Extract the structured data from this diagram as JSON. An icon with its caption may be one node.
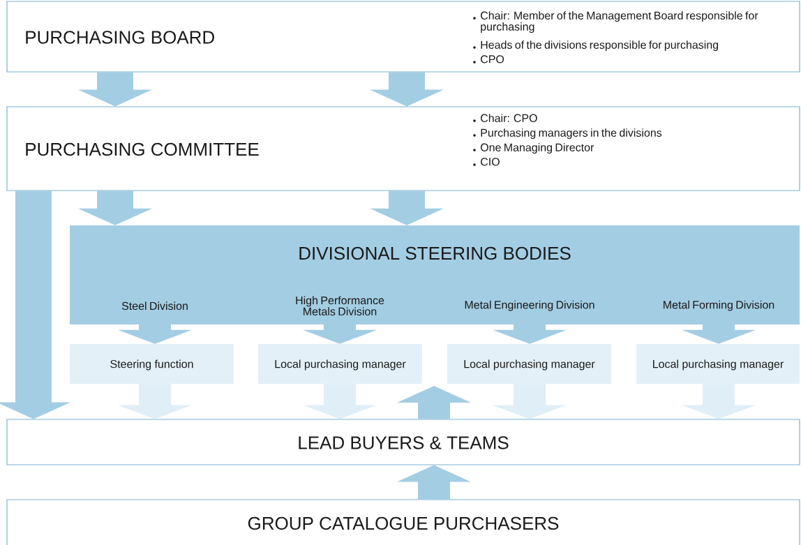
{
  "diagram": {
    "nodes": [
      {
        "text": [
          "PURCHASING BOARD",
          "Chair: Member of the Management Board responsible for purchasing",
          "Heads of the divisions responsible for purchasing",
          "CPO"
        ]
      },
      {
        "text": [
          "PURCHASING COMMITTEE",
          "Chair: CPO",
          "Purchasing managers in the divisions",
          "One Managing Director",
          "CIO"
        ]
      },
      {
        "text": [
          "DIVISIONAL STEERING BODIES"
        ]
      },
      {
        "text": [
          "Steel Division"
        ],
        "in": 2
      },
      {
        "text": [
          "High Performance Metals Division"
        ],
        "in": 2
      },
      {
        "text": [
          "Metal Engineering Division"
        ],
        "in": 2
      },
      {
        "text": [
          "Metal Forming Division"
        ],
        "in": 2
      },
      {
        "text": [
          "Steering function"
        ]
      },
      {
        "text": [
          "Local purchasing manager"
        ]
      },
      {
        "text": [
          "Local purchasing manager"
        ]
      },
      {
        "text": [
          "Local purchasing manager"
        ]
      },
      {
        "text": [
          "LEAD BUYERS & TEAMS"
        ]
      },
      {
        "text": [
          "GROUP CATALOGUE PURCHASERS"
        ]
      }
    ],
    "edges": [
      {
        "from": 0,
        "to": 1,
        "arrow": "to"
      },
      {
        "from": 0,
        "to": 1,
        "arrow": "to"
      },
      {
        "from": 1,
        "to": 2,
        "arrow": "to"
      },
      {
        "from": 1,
        "to": 2,
        "arrow": "to"
      },
      {
        "from": 1,
        "to": 11,
        "arrow": "to"
      },
      {
        "from": 3,
        "to": 7,
        "arrow": "to"
      },
      {
        "from": 4,
        "to": 8,
        "arrow": "to"
      },
      {
        "from": 5,
        "to": 9,
        "arrow": "to"
      },
      {
        "from": 6,
        "to": 10,
        "arrow": "to"
      },
      {
        "from": 7,
        "to": 11,
        "arrow": "to",
        "color": "#e0eef7"
      },
      {
        "from": 8,
        "to": 11,
        "arrow": "to",
        "color": "#e0eef7"
      },
      {
        "from": 9,
        "to": 11,
        "arrow": "to",
        "color": "#e0eef7"
      },
      {
        "from": 10,
        "to": 11,
        "arrow": "to",
        "color": "#e0eef7"
      },
      {
        "from": 11,
        "to": null,
        "arrow": "to"
      },
      {
        "from": 12,
        "to": 11,
        "arrow": "to"
      }
    ]
  }
}
